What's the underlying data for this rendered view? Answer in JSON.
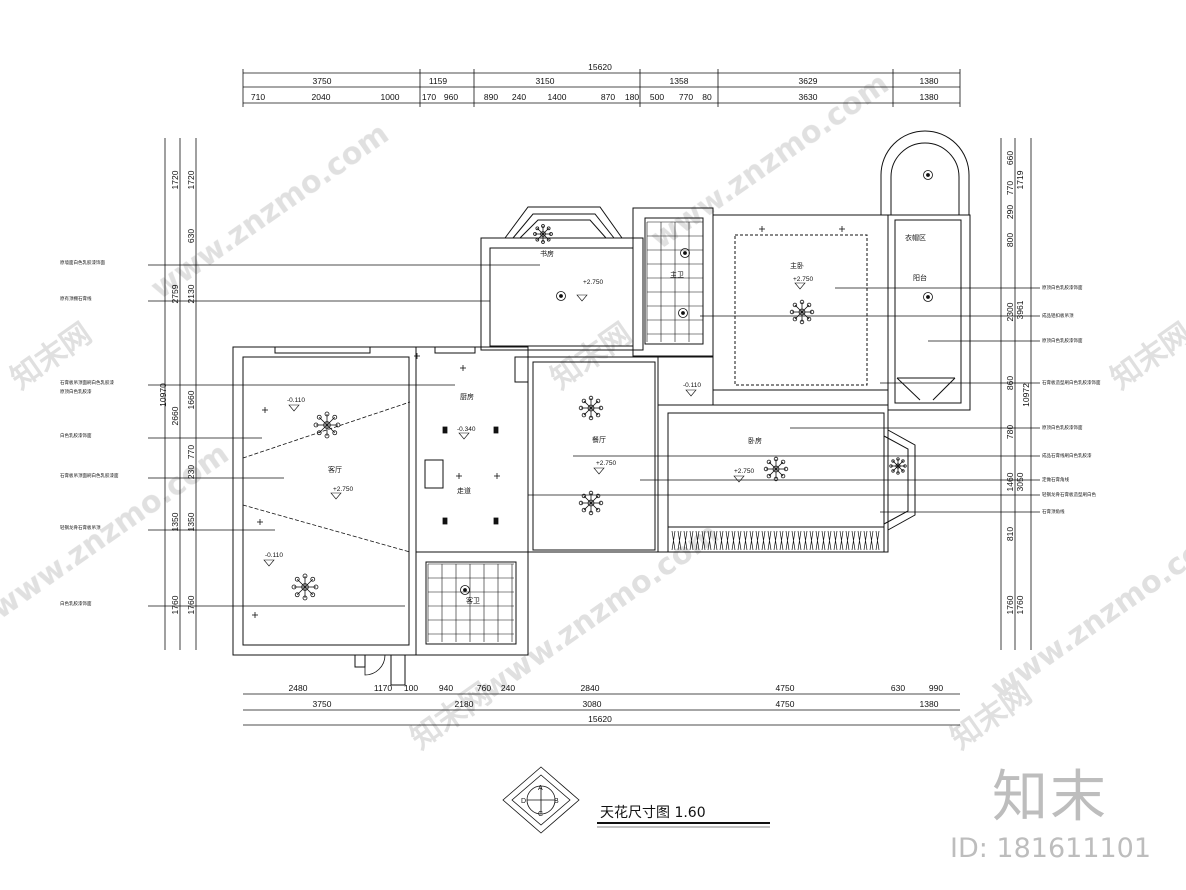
{
  "drawing": {
    "title": "天花尺寸图 1.60",
    "compass_letters": [
      "A",
      "B",
      "C",
      "D"
    ]
  },
  "top_dims": {
    "overall": "15620",
    "row1": [
      "3750",
      "1159",
      "3150",
      "1358",
      "3629",
      "1380"
    ],
    "row2": [
      "710",
      "2040",
      "1000",
      "170",
      "960",
      "890",
      "240",
      "1400",
      "870",
      "180",
      "500",
      "770",
      "80",
      "3630",
      "1380"
    ]
  },
  "bottom_dims": {
    "overall": "15620",
    "row1": [
      "2480",
      "1170",
      "100",
      "940",
      "760",
      "240",
      "2840",
      "4750",
      "630",
      "990"
    ],
    "row2": [
      "3750",
      "2180",
      "3080",
      "4750",
      "1380"
    ]
  },
  "left_dims": {
    "overall": "10970",
    "outer": [
      "1720",
      "2759",
      "2660",
      "1350",
      "1760"
    ],
    "inner": [
      "1720",
      "630",
      "2130",
      "1660",
      "770",
      "230",
      "1350",
      "1760"
    ]
  },
  "right_dims": {
    "overall": "10972",
    "outer": [
      "1719",
      "3961",
      "3050",
      "1760"
    ],
    "inner": [
      "660",
      "770",
      "290",
      "800",
      "2300",
      "860",
      "780",
      "1460",
      "810",
      "1760"
    ]
  },
  "rooms": {
    "study": "书房",
    "master_toilet": "主卫",
    "master_bedroom": "主卧",
    "dressing": "衣帽区",
    "balcony": "阳台",
    "living": "客厅",
    "kitchen": "厨房",
    "corridor": "走道",
    "dining": "餐厅",
    "bedroom": "卧房",
    "guest_toilet": "客卫"
  },
  "levels": {
    "study": "+2.750",
    "master_bedroom": "+2.750",
    "living_upper": "-0.110",
    "living_mid": "+2.750",
    "living_lower": "-0.110",
    "kitchen": "-0.340",
    "dining": "+2.750",
    "bedroom": "+2.750",
    "corridor_right": "-0.110"
  },
  "left_notes": [
    "原墙面白色乳胶漆饰面",
    "原有顶棚石膏线",
    "石膏板吊顶面刷白色乳胶漆",
    "白色乳胶漆饰面",
    "石膏板吊顶面刷白色乳胶漆面",
    "轻钢龙骨石膏板吊顶",
    "白色乳胶漆饰面",
    "原顶白色乳胶漆"
  ],
  "right_notes": [
    "原顶白色乳胶漆饰面",
    "成品铝扣板吊顶",
    "原顶白色乳胶漆饰面",
    "石膏板造型刷白色乳胶漆饰面",
    "原顶白色乳胶漆饰面",
    "成品石膏线刷白色乳胶漆",
    "定做石膏角线",
    "轻钢龙骨石膏板造型刷白色",
    "石膏顶角线"
  ],
  "watermark": {
    "site": "www.znzmo.com",
    "cn": "知末网",
    "brand": "知末",
    "id": "ID: 181611101"
  }
}
